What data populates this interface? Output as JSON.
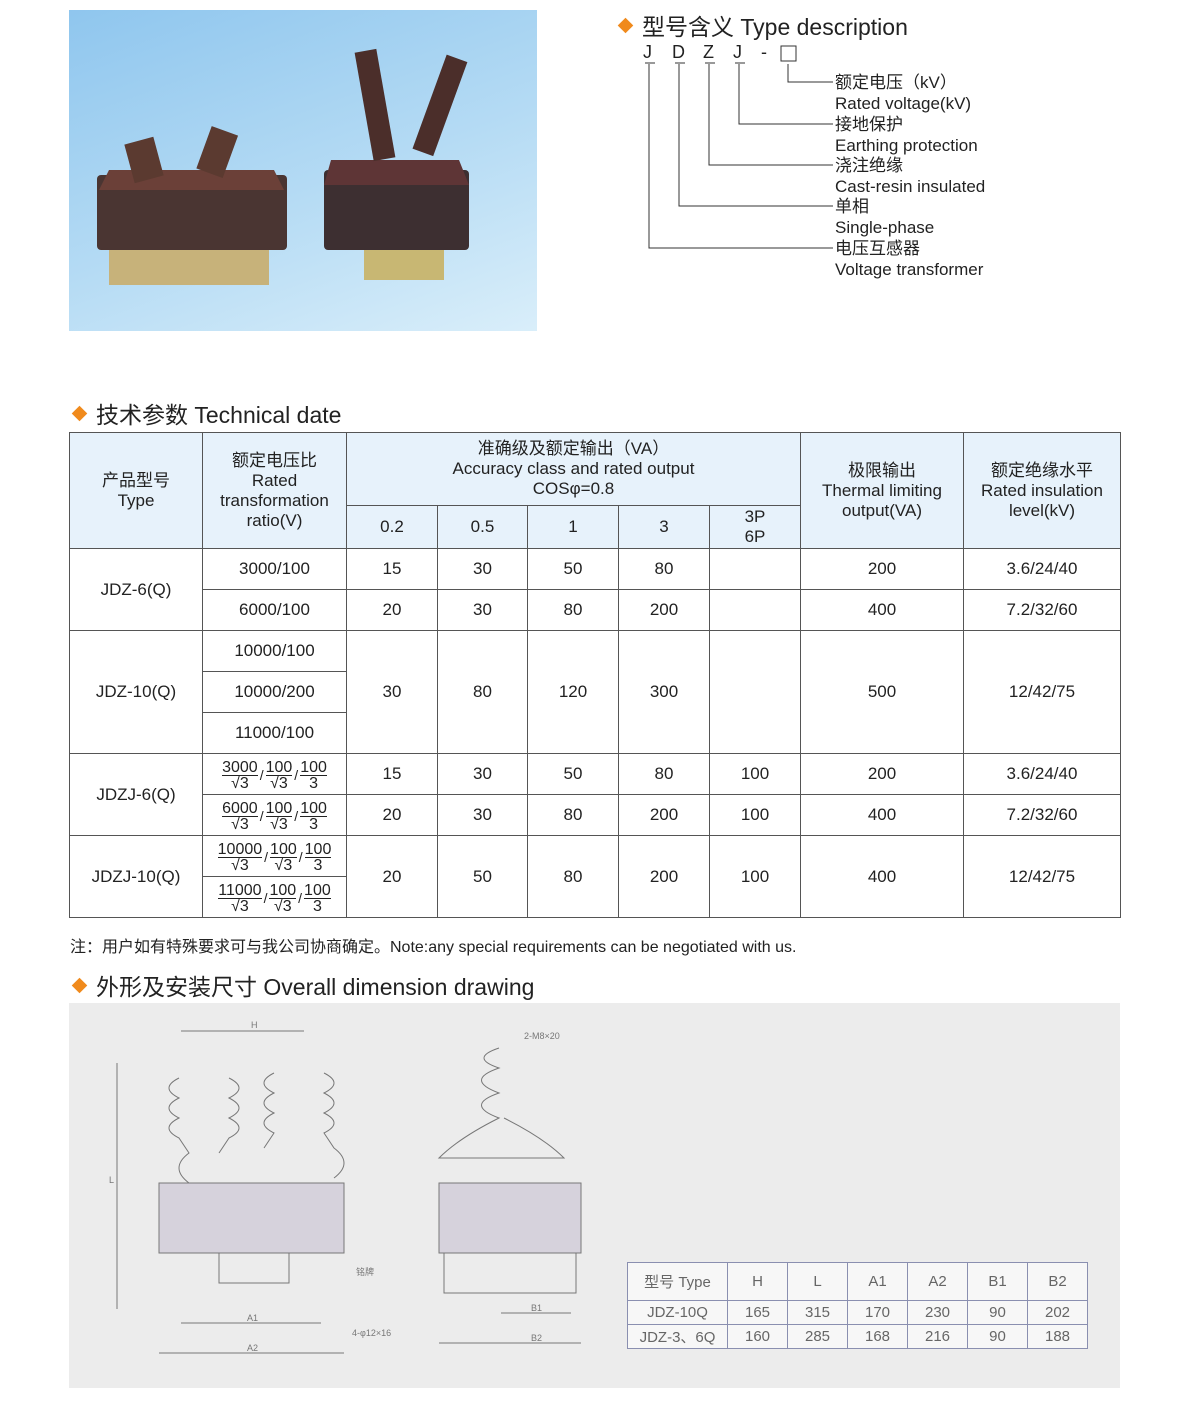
{
  "type_description": {
    "title": "型号含义 Type description",
    "code_letters": [
      "J",
      "D",
      "Z",
      "J",
      "-"
    ],
    "items": [
      {
        "cn": "额定电压（kV）",
        "en": "Rated voltage(kV)"
      },
      {
        "cn": "接地保护",
        "en": "Earthing protection"
      },
      {
        "cn": "浇注绝缘",
        "en": "Cast-resin insulated"
      },
      {
        "cn": "单相",
        "en": "Single-phase"
      },
      {
        "cn": "电压互感器",
        "en": "Voltage transformer"
      }
    ]
  },
  "technical": {
    "title": "技术参数 Technical date",
    "headers": {
      "type_cn": "产品型号",
      "type_en": "Type",
      "ratio_cn": "额定电压比",
      "ratio_en": "Rated transformation ratio(V)",
      "acc_cn": "准确级及额定输出（VA）",
      "acc_en": "Accuracy class and rated output",
      "acc_cos": "COSφ=0.8",
      "classes": [
        "0.2",
        "0.5",
        "1",
        "3",
        "3P 6P"
      ],
      "thermal_cn": "极限输出",
      "thermal_en": "Thermal limiting output(VA)",
      "ins_cn": "额定绝缘水平",
      "ins_en": "Rated insulation level(kV)"
    },
    "groups": [
      {
        "type": "JDZ-6(Q)",
        "rows": [
          {
            "ratio": "3000/100",
            "v": [
              "15",
              "30",
              "50",
              "80",
              ""
            ],
            "thermal": "200",
            "ins": "3.6/24/40"
          },
          {
            "ratio": "6000/100",
            "v": [
              "20",
              "30",
              "80",
              "200",
              ""
            ],
            "thermal": "400",
            "ins": "7.2/32/60"
          }
        ]
      },
      {
        "type": "JDZ-10(Q)",
        "ratios": [
          "10000/100",
          "10000/200",
          "11000/100"
        ],
        "v": [
          "30",
          "80",
          "120",
          "300",
          ""
        ],
        "thermal": "500",
        "ins": "12/42/75"
      },
      {
        "type": "JDZJ-6(Q)",
        "rows": [
          {
            "ratio": [
              "3000",
              "√3",
              "100",
              "√3",
              "100",
              "3"
            ],
            "v": [
              "15",
              "30",
              "50",
              "80",
              "100"
            ],
            "thermal": "200",
            "ins": "3.6/24/40"
          },
          {
            "ratio": [
              "6000",
              "√3",
              "100",
              "√3",
              "100",
              "3"
            ],
            "v": [
              "20",
              "30",
              "80",
              "200",
              "100"
            ],
            "thermal": "400",
            "ins": "7.2/32/60"
          }
        ]
      },
      {
        "type": "JDZJ-10(Q)",
        "ratios": [
          [
            "10000",
            "√3",
            "100",
            "√3",
            "100",
            "3"
          ],
          [
            "11000",
            "√3",
            "100",
            "√3",
            "100",
            "3"
          ]
        ],
        "v": [
          "20",
          "50",
          "80",
          "200",
          "100"
        ],
        "thermal": "400",
        "ins": "12/42/75"
      }
    ]
  },
  "note": "注：用户如有特殊要求可与我公司协商确定。Note:any special requirements can be negotiated with us.",
  "dimension": {
    "title": "外形及安装尺寸 Overall dimension drawing",
    "labels": {
      "H": "H",
      "L": "L",
      "A1": "A1",
      "A2": "A2",
      "B1": "B1",
      "B2": "B2",
      "bolt": "2-M8×20",
      "holes": "4-φ12×16",
      "plate": "铭牌"
    },
    "table": {
      "headers": [
        "型号 Type",
        "H",
        "L",
        "A1",
        "A2",
        "B1",
        "B2"
      ],
      "rows": [
        [
          "JDZ-10Q",
          "165",
          "315",
          "170",
          "230",
          "90",
          "202"
        ],
        [
          "JDZ-3、6Q",
          "160",
          "285",
          "168",
          "216",
          "90",
          "188"
        ]
      ]
    }
  }
}
